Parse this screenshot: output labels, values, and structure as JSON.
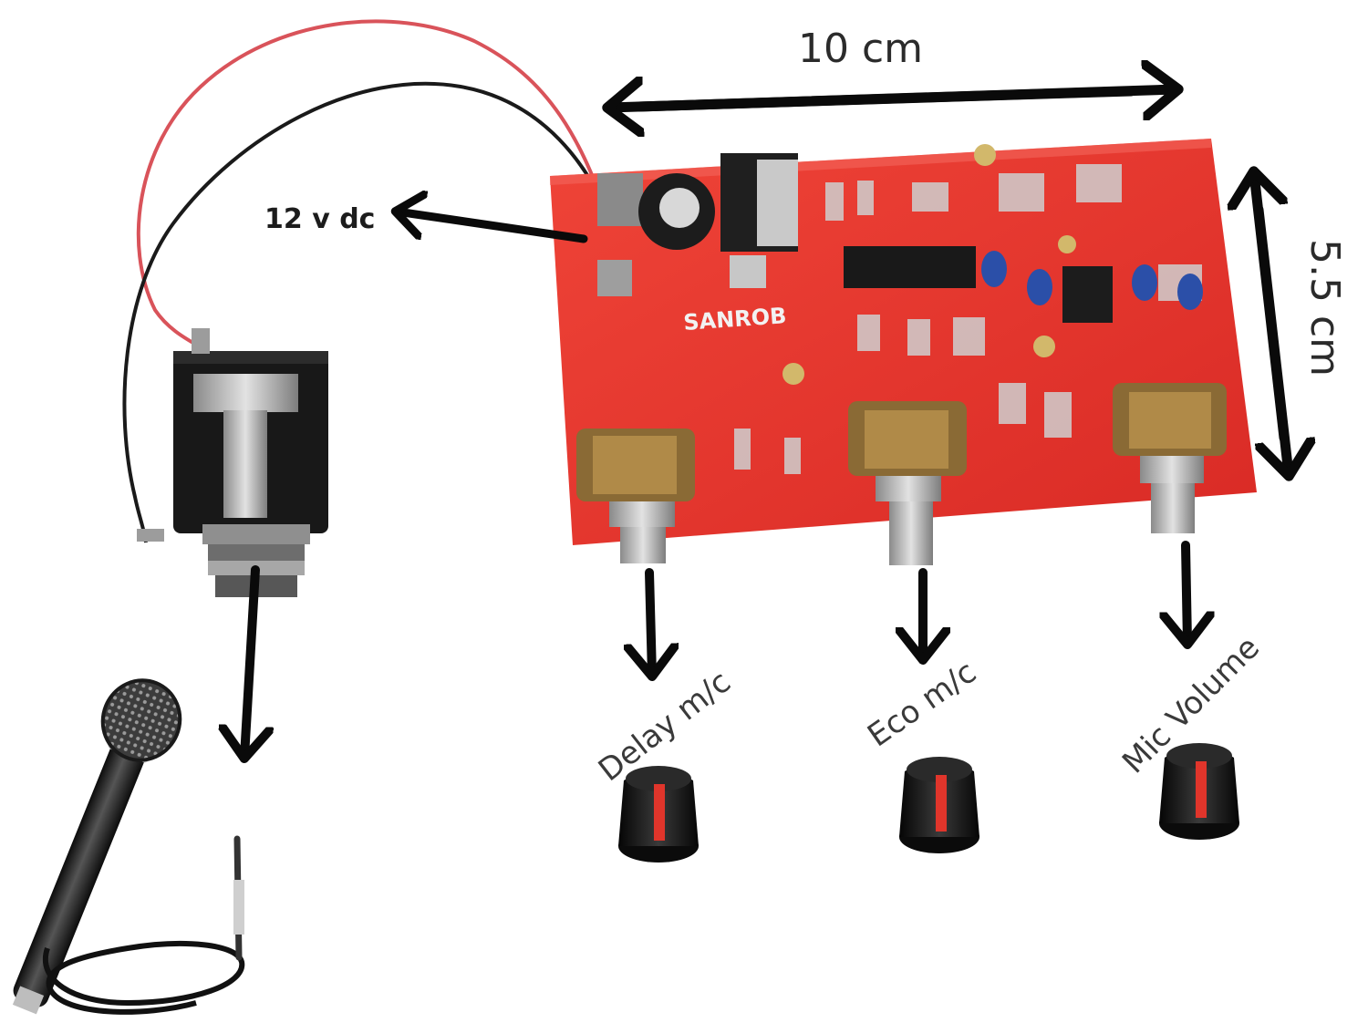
{
  "labels": {
    "width": "10 cm",
    "height": "5.5 cm",
    "power": "12 v dc",
    "board_marking": "SANROB"
  },
  "knobs": [
    {
      "label": "Delay m/c"
    },
    {
      "label": "Eco m/c"
    },
    {
      "label": "Mic Volume"
    }
  ],
  "colors": {
    "board": "#e8352e",
    "board_dark": "#b8201c",
    "arrow": "#0a0a0a",
    "wire_red": "#d9535a",
    "wire_black": "#1a1a1a",
    "knob_body": "#1b1b1b",
    "knob_stripe": "#e0352b",
    "metal": "#b9b9b9"
  },
  "icons": [
    "microphone-icon",
    "jack-socket-icon",
    "potentiometer-icon",
    "knob-icon",
    "arrow-icon"
  ]
}
